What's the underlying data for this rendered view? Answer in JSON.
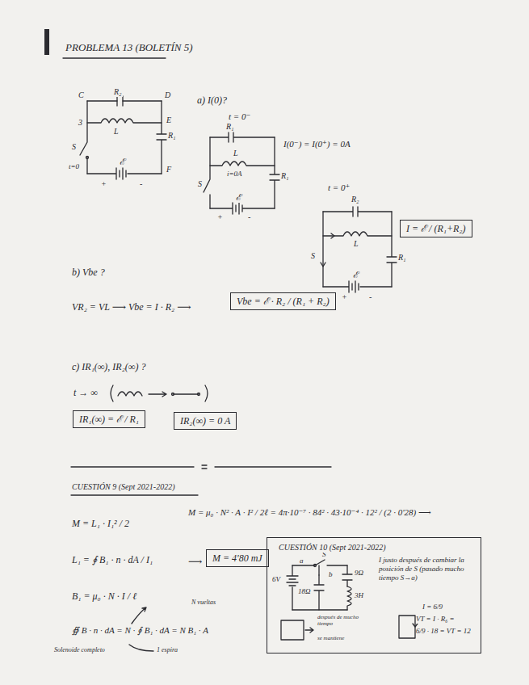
{
  "diagram": {
    "title": "PROBLEMA 13 (BOLETÍN 5)",
    "nodes": [
      {
        "text": [
          "I = ℰ / (R₁+R₂)"
        ]
      },
      {
        "text": [
          "Vbe = ℰ · R₂ / (R₁ + R₂)"
        ]
      },
      {
        "text": [
          "IR₁(∞) = ℰ / R₁"
        ]
      },
      {
        "text": [
          "IR₂(∞) = 0 A"
        ]
      },
      {
        "text": [
          "M = 4'80 mJ"
        ]
      },
      {
        "text": [
          "CUESTIÓN 10 (Sept 2021-2022)",
          "I justo después de cambiar la posición de S (pasado mucho tiempo S→a)",
          "I = 6/9",
          "VT = I · R₆ =",
          "6/9 · 18 = VT = 12"
        ]
      }
    ],
    "labels": [
      "R₂",
      "C",
      "D",
      "3",
      "L",
      "E",
      "R₁",
      "S",
      "t=0",
      "ℰ",
      "F",
      "+",
      "-",
      "a) I(0)?",
      "t = 0⁻",
      "R₁",
      "L",
      "i=0A",
      "S",
      "R₁",
      "ℰ",
      "+",
      "-",
      "I(0⁻) = I(0⁺) = 0A",
      "t = 0⁺",
      "R₂",
      "L",
      "R₁",
      "S",
      "ℰ",
      "I",
      "+",
      "-",
      "b) Vbe ?",
      "VR₂ = VL ⟶ Vbe = I · R₂ ⟶",
      "c) IR₁(∞), IR₂(∞) ?",
      "t → ∞",
      "CUESTIÓN 9 (Sept 2021-2022)",
      "M = L₁ · I₁² / 2",
      "M = μ₀ · N² · A · I² / 2ℓ = 4π·10⁻⁷ · 84² · 43·10⁻⁴ · 12² / (2 · 0'28) ⟶",
      "L₁ = ∮ B₁ · n · dA / I₁",
      "⟶",
      "B₁ = μ₀ · N · I / ℓ",
      "N vueltas",
      "∯ B · n · dA = N · ∮ B₁ · dA = N B₁ · A",
      "1 espira",
      "Solenoide completo",
      "a",
      "S",
      "b",
      "6V",
      "18Ω",
      "9Ω",
      "3H",
      "después de mucho tiempo",
      "se mantiene"
    ]
  }
}
